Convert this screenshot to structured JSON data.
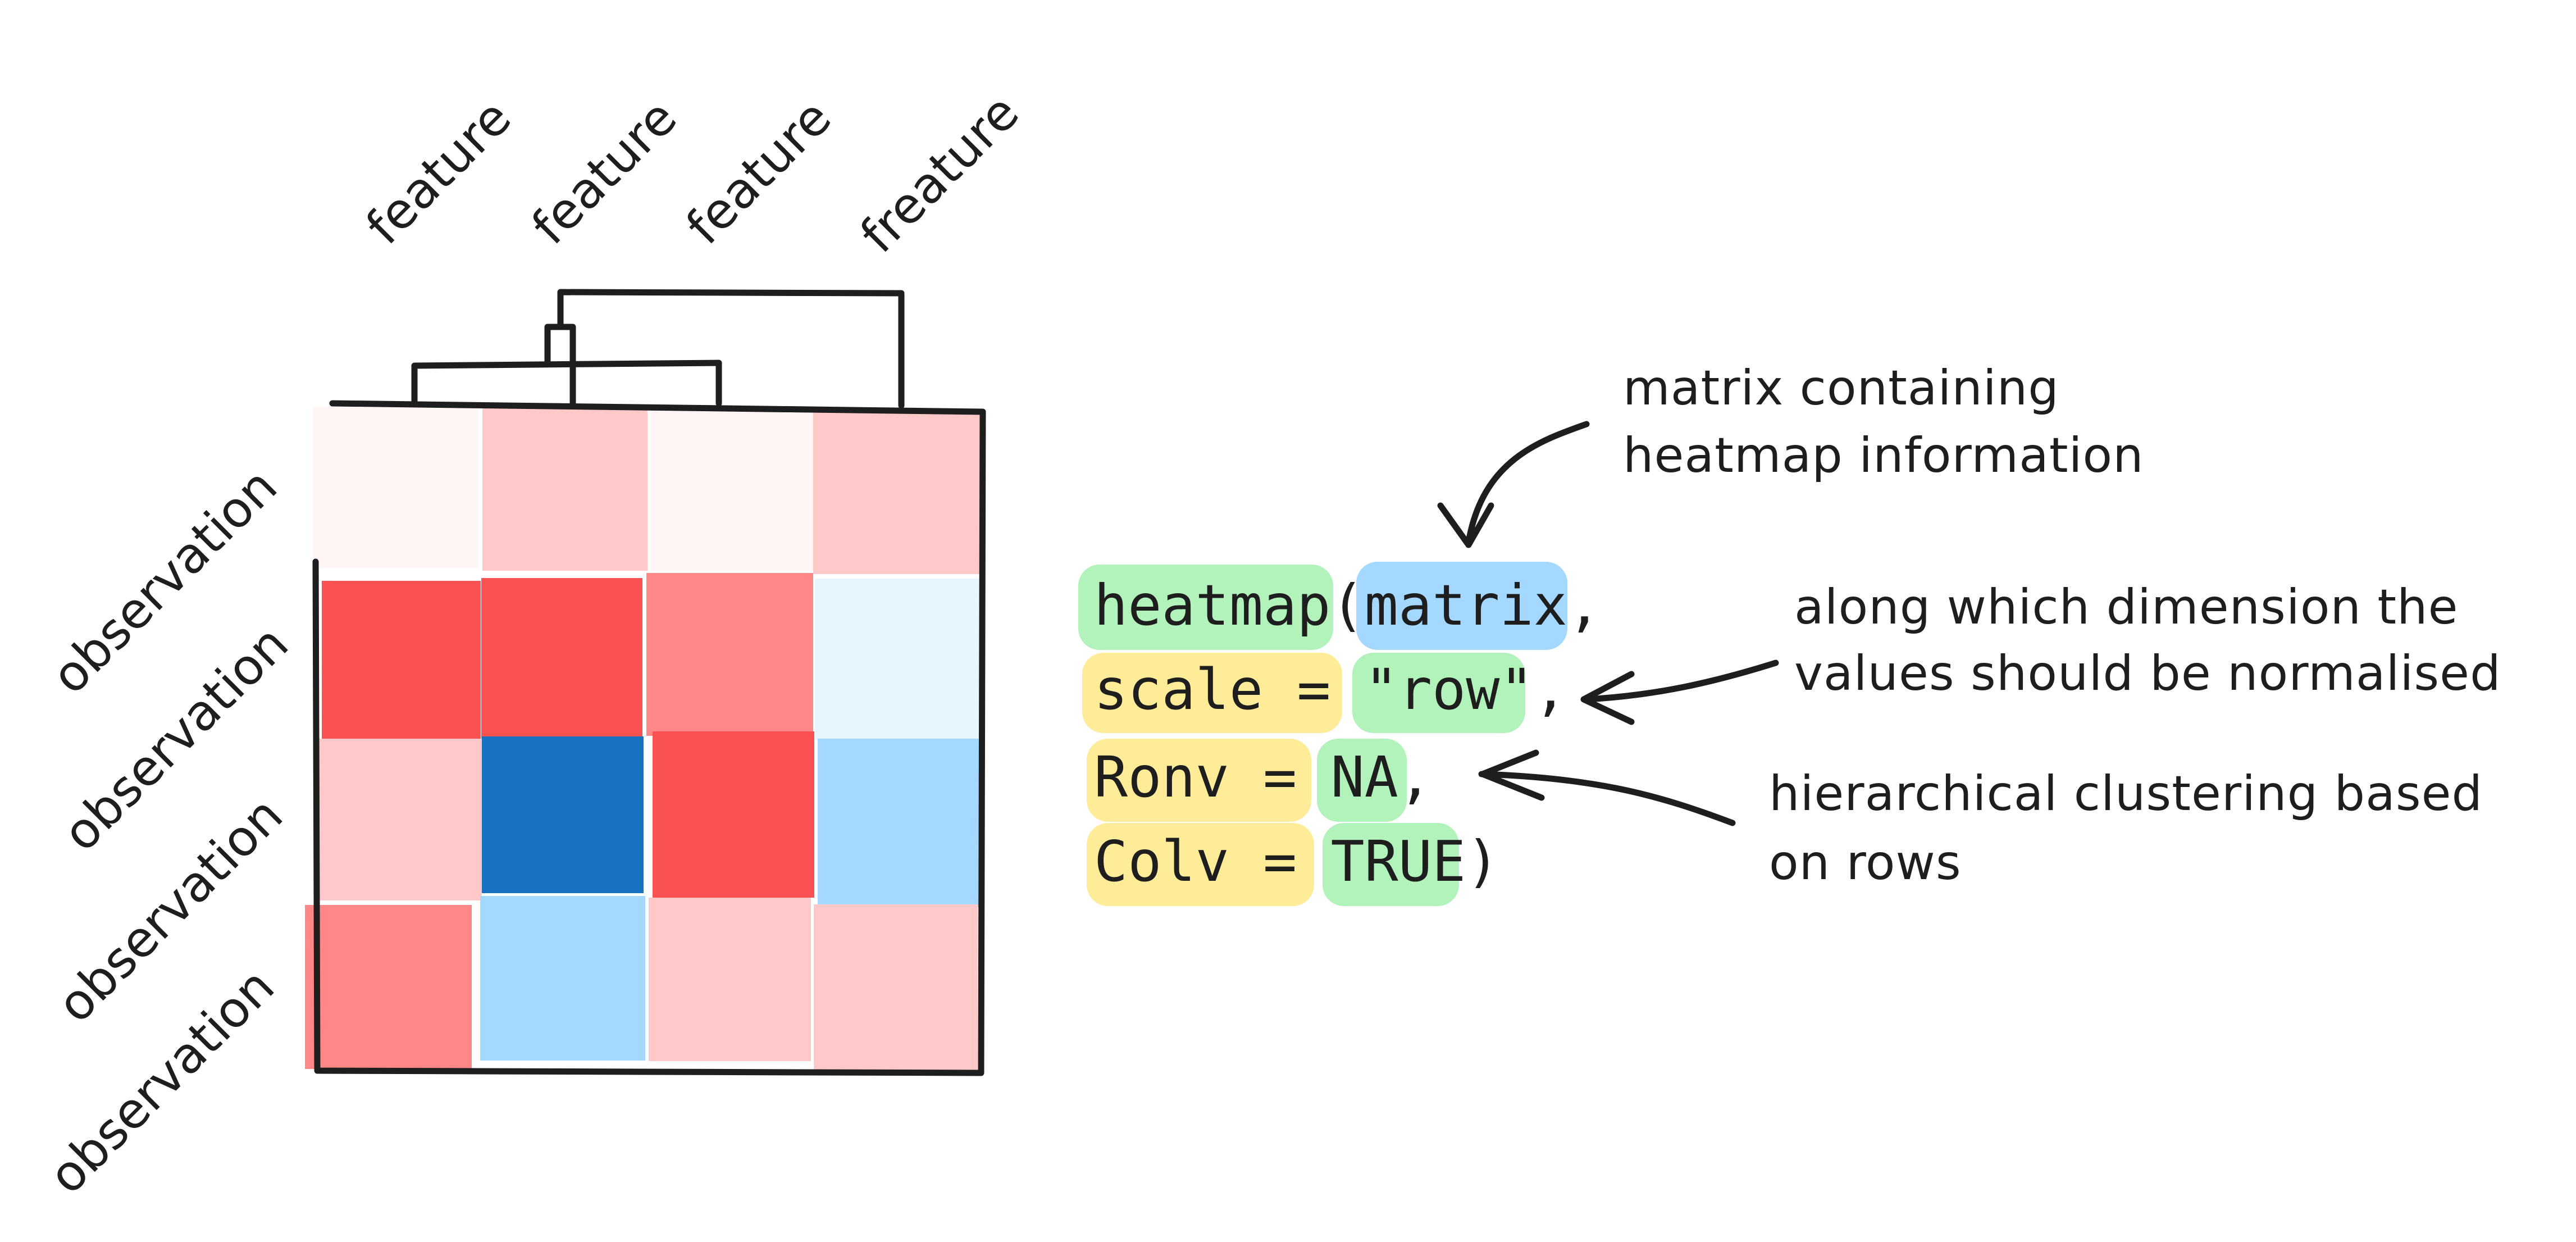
{
  "columns": [
    "feature",
    "feature",
    "feature",
    "freature"
  ],
  "rows": [
    "observation",
    "observation",
    "observation",
    "observation"
  ],
  "colors": {
    "ink": "#1e1e1e",
    "green": "#b2f2bb",
    "blue": "#a5d8ff",
    "yellow": "#ffec99"
  },
  "cells": [
    [
      "#fff5f5",
      "#ffc9c9",
      "#fff5f5",
      "#ffc9c9"
    ],
    [
      "#fa5252",
      "#fa5252",
      "#ff8787",
      "#e7f5ff"
    ],
    [
      "#ffc9c9",
      "#1971c2",
      "#fa5252",
      "#a5d8ff"
    ],
    [
      "#ff8787",
      "#a5d8ff",
      "#ffc9c9",
      "#ffc9c9"
    ]
  ],
  "code": {
    "line1": {
      "fn": "heatmap",
      "open": "(",
      "arg": "matrix",
      "comma": ","
    },
    "line2": {
      "param": "scale = ",
      "value": "\"row\"",
      "comma": ","
    },
    "line3": {
      "param": "Ronv = ",
      "value": "NA",
      "comma": ","
    },
    "line4": {
      "param": "Colv = ",
      "value": "TRUE",
      "close": ")"
    }
  },
  "annotations": {
    "matrix": [
      "matrix containing",
      "heatmap information"
    ],
    "scale": [
      "along which dimension the",
      "values should be normalised"
    ],
    "rowv": [
      "hierarchical clustering based",
      "on rows"
    ]
  }
}
